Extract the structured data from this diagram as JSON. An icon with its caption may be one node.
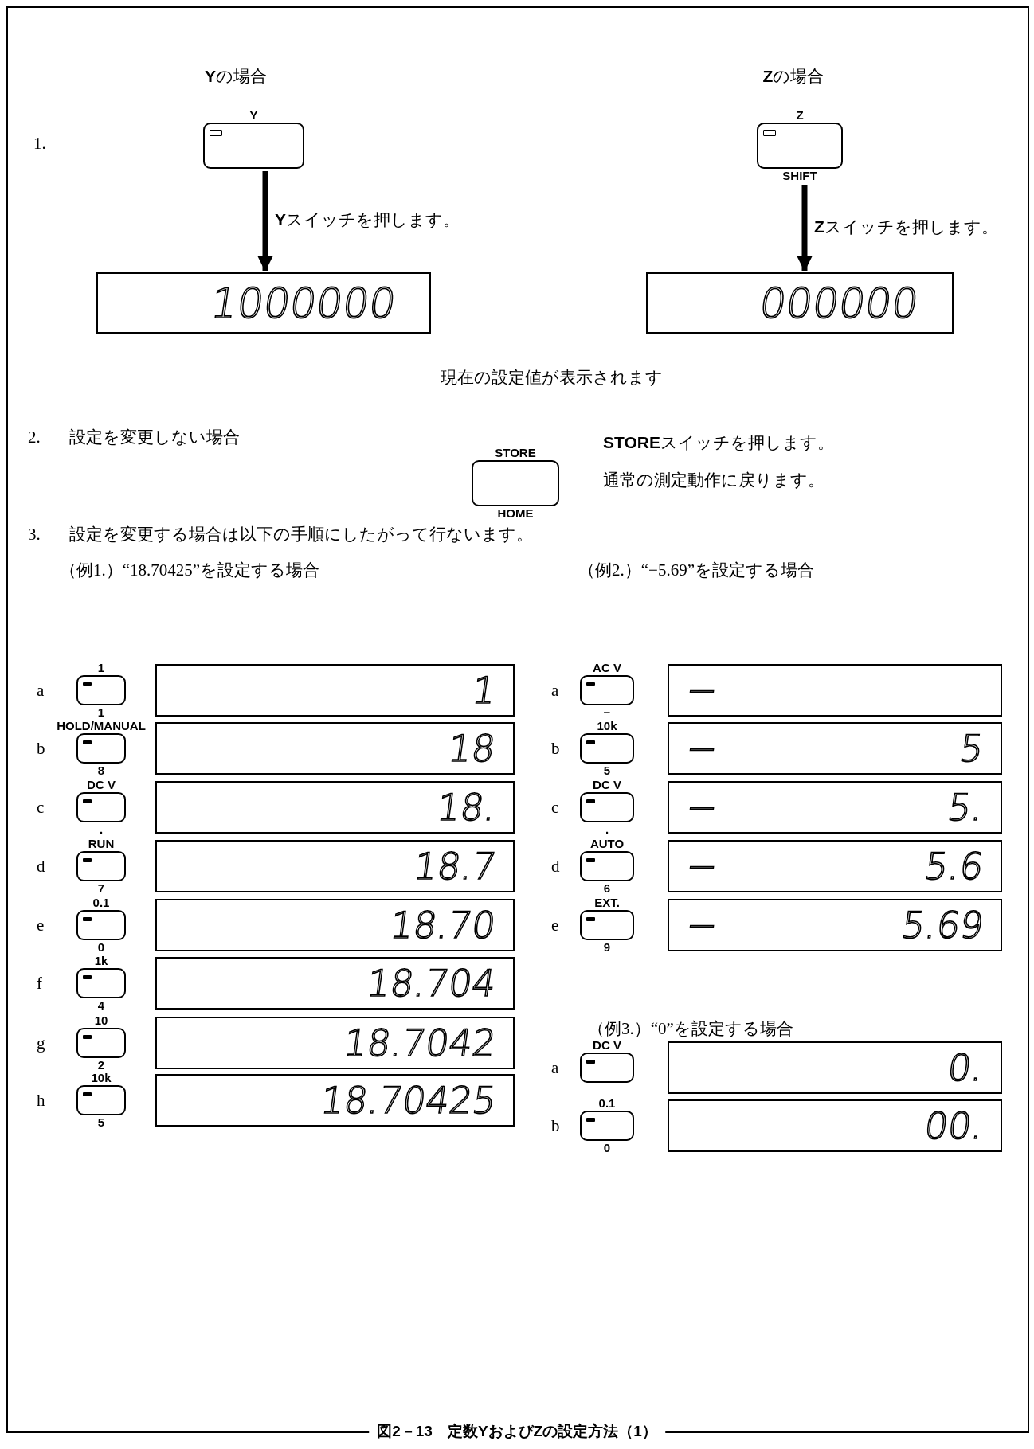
{
  "diagram": {
    "caption": "図2－13　定数YおよびZの設定方法（1）",
    "nodes": [
      {
        "text": [
          "Y"
        ]
      },
      {
        "text": [
          "1000000"
        ]
      },
      {
        "text": [
          "Z",
          "SHIFT"
        ]
      },
      {
        "text": [
          "000000"
        ]
      },
      {
        "text": [
          "STORE",
          "HOME"
        ]
      },
      {
        "text": [
          "1",
          "1"
        ]
      },
      {
        "text": [
          "1"
        ]
      },
      {
        "text": [
          "HOLD/MANUAL",
          "8"
        ]
      },
      {
        "text": [
          "18"
        ]
      },
      {
        "text": [
          "DC V",
          "."
        ]
      },
      {
        "text": [
          "18."
        ]
      },
      {
        "text": [
          "RUN",
          "7"
        ]
      },
      {
        "text": [
          "18.7"
        ]
      },
      {
        "text": [
          "0.1",
          "0"
        ]
      },
      {
        "text": [
          "18.70"
        ]
      },
      {
        "text": [
          "1k",
          "4"
        ]
      },
      {
        "text": [
          "18.704"
        ]
      },
      {
        "text": [
          "10",
          "2"
        ]
      },
      {
        "text": [
          "18.7042"
        ]
      },
      {
        "text": [
          "10k",
          "5"
        ]
      },
      {
        "text": [
          "18.70425"
        ]
      },
      {
        "text": [
          "AC V",
          "−"
        ]
      },
      {
        "text": [
          "−"
        ]
      },
      {
        "text": [
          "10k",
          "5"
        ]
      },
      {
        "text": [
          "−",
          "5"
        ]
      },
      {
        "text": [
          "DC V",
          "."
        ]
      },
      {
        "text": [
          "−",
          "5."
        ]
      },
      {
        "text": [
          "AUTO",
          "6"
        ]
      },
      {
        "text": [
          "−",
          "5.6"
        ]
      },
      {
        "text": [
          "EXT.",
          "9"
        ]
      },
      {
        "text": [
          "−",
          "5.69"
        ]
      },
      {
        "text": [
          "DC V"
        ]
      },
      {
        "text": [
          "0."
        ]
      },
      {
        "text": [
          "0.1",
          "0"
        ]
      },
      {
        "text": [
          "00."
        ]
      }
    ],
    "edges": [
      {
        "from": 0,
        "to": 1,
        "arrow": "to",
        "label": "**Y**スイッチを押します。"
      },
      {
        "from": 2,
        "to": 3,
        "arrow": "to",
        "label": "**Z**スイッチを押します。"
      }
    ],
    "labels": [
      "**Y**の場合",
      "**Z**の場合",
      "1.",
      "現在の設定値が表示されます",
      "2.",
      "設定を変更しない場合",
      "**STORE**スイッチを押します。",
      "通常の測定動作に戻ります。",
      "3.",
      "設定を変更する場合は以下の手順にしたがって行ないます。",
      "（例1.）“18.70425”を設定する場合",
      "（例2.）“−5.69”を設定する場合",
      "a",
      "a",
      "b",
      "b",
      "c",
      "c",
      "d",
      "d",
      "e",
      "e",
      "f",
      "（例3.）“0”を設定する場合",
      "g",
      "a",
      "h",
      "b"
    ]
  }
}
